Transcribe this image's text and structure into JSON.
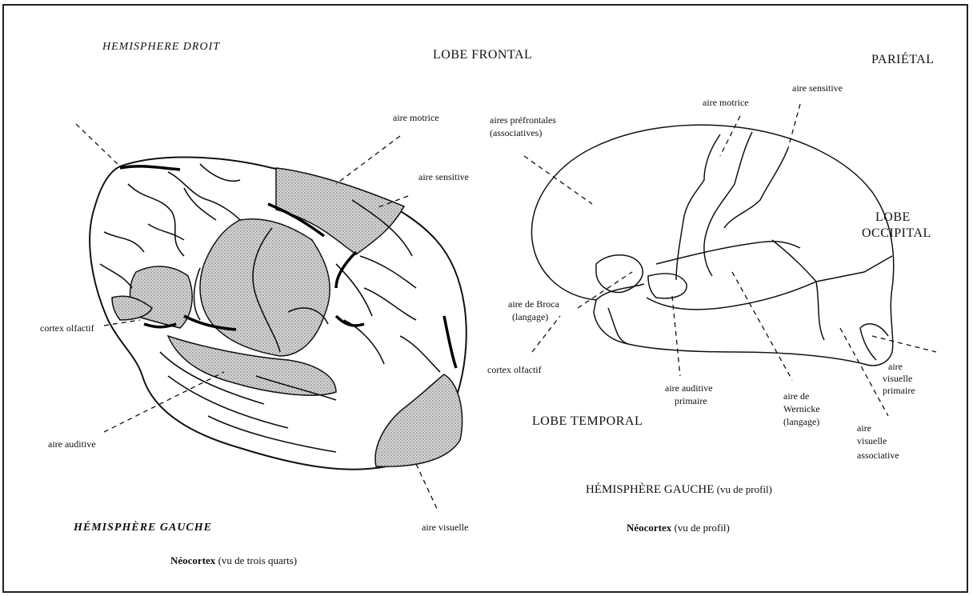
{
  "left_figure": {
    "title_top": "HEMISPHERE DROIT",
    "title_bottom": "HÉMISPHÈRE GAUCHE",
    "caption_bold": "Néocortex",
    "caption_rest": " (vu de trois quarts)",
    "labels": {
      "aire_motrice": "aire motrice",
      "aire_sensitive": "aire sensitive",
      "cortex_olfactif": "cortex olfactif",
      "aire_auditive": "aire auditive",
      "aire_visuelle": "aire visuelle"
    }
  },
  "right_figure": {
    "lobe_frontal": "LOBE FRONTAL",
    "parietal": "PARIÉTAL",
    "lobe_occipital_1": "LOBE",
    "lobe_occipital_2": "OCCIPITAL",
    "lobe_temporal": "LOBE TEMPORAL",
    "title": "HÉMISPHÈRE GAUCHE",
    "title_rest": " (vu de profil)",
    "caption_bold": "Néocortex",
    "caption_rest": " (vu de profil)",
    "labels": {
      "aire_motrice": "aire motrice",
      "aire_sensitive": "aire sensitive",
      "prefrontal_1": "aires préfrontales",
      "prefrontal_2": "(associatives)",
      "broca_1": "aire de Broca",
      "broca_2": "(langage)",
      "cortex_olfactif": "cortex olfactif",
      "auditive_1": "aire auditive",
      "auditive_2": "primaire",
      "wernicke_1": "aire de",
      "wernicke_2": "Wernicke",
      "wernicke_3": "(langage)",
      "visuelle_prim_1": "aire",
      "visuelle_prim_2": "visuelle",
      "visuelle_prim_3": "primaire",
      "visuelle_assoc_1": "aire",
      "visuelle_assoc_2": "visuelle",
      "visuelle_assoc_3": "associative"
    }
  }
}
